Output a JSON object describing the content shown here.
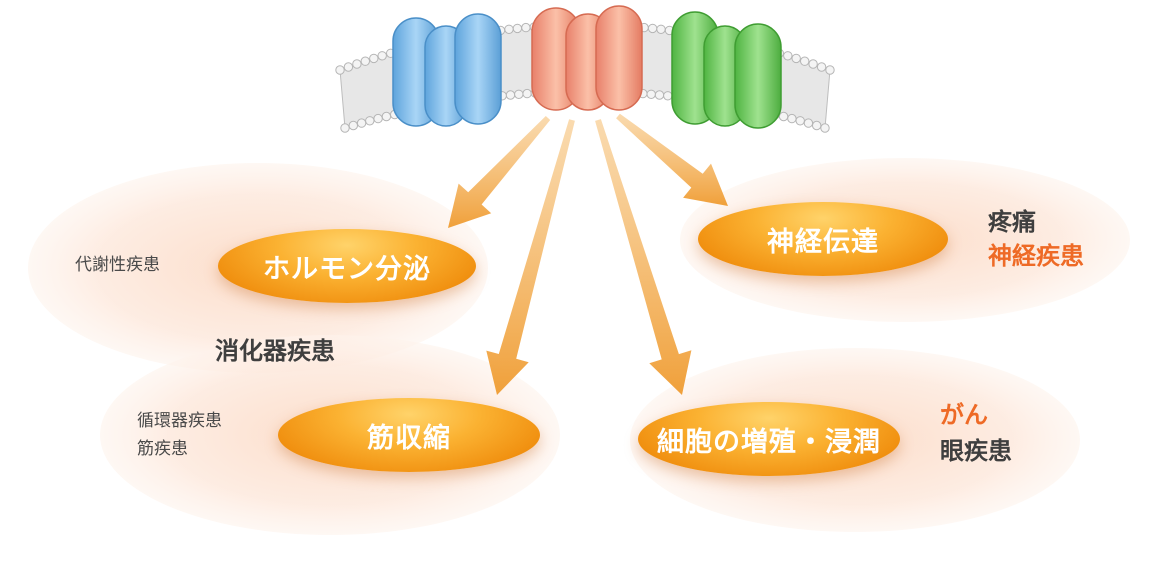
{
  "nodes": {
    "hormone": {
      "label": "ホルモン分泌",
      "related": [
        "代謝性疾患"
      ]
    },
    "digestive": {
      "label": "消化器疾患"
    },
    "muscle": {
      "label": "筋収縮",
      "related": [
        "循環器疾患",
        "筋疾患"
      ]
    },
    "neuro": {
      "label": "神経伝達",
      "related": [
        "疼痛",
        "神経疾患"
      ]
    },
    "cell": {
      "label": "細胞の増殖・浸潤",
      "related": [
        "がん",
        "眼疾患"
      ]
    }
  },
  "colors": {
    "receptor_blue": "#76b8e8",
    "receptor_salmon": "#f09478",
    "receptor_green": "#6fcc60",
    "pill_orange": "#f39c1a",
    "arrow_orange": "#f2a542",
    "highlight_text": "#ee6a26",
    "halo": "#fce6d8",
    "membrane_gray": "#c8c8c8"
  },
  "icons": {
    "membrane": "lipid-bilayer-membrane-icon",
    "receptors": [
      "blue-receptor-icon",
      "salmon-receptor-icon",
      "green-receptor-icon"
    ]
  }
}
